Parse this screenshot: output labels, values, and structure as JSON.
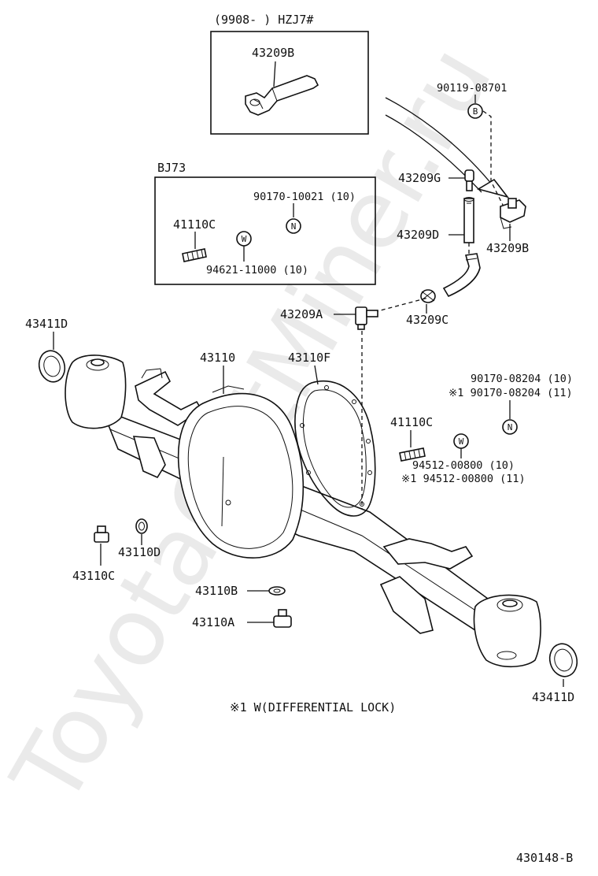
{
  "watermark": "ToyotaCatMiner.ru",
  "inset_hzj": {
    "title": "(9908-       ) HZJ7#",
    "part": "43209B"
  },
  "inset_bj73": {
    "title": "BJ73",
    "stud": "41110C",
    "nut": "90170-10021 (10)",
    "nut_mark": "N",
    "washer": "94621-11000 (10)",
    "washer_mark": "W"
  },
  "breather": {
    "bolt": "90119-08701",
    "bolt_mark": "B",
    "g": "43209G",
    "d": "43209D",
    "b": "43209B",
    "a": "43209A",
    "c": "43209C"
  },
  "housing": {
    "seal_left": "43411D",
    "seal_right": "43411D",
    "housing": "43110",
    "gasket": "43110F",
    "plug_c": "43110C",
    "gasket_d": "43110D",
    "gasket_b": "43110B",
    "plug_a": "43110A"
  },
  "right_group": {
    "nut_line1": "90170-08204 (10)",
    "nut_line2": "※1 90170-08204 (11)",
    "nut_mark": "N",
    "stud": "41110C",
    "washer_mark": "W",
    "washer_line1": "94512-00800 (10)",
    "washer_line2": "※1 94512-00800 (11)"
  },
  "footnote": "※1 W(DIFFERENTIAL LOCK)",
  "figure_id": "430148-B"
}
